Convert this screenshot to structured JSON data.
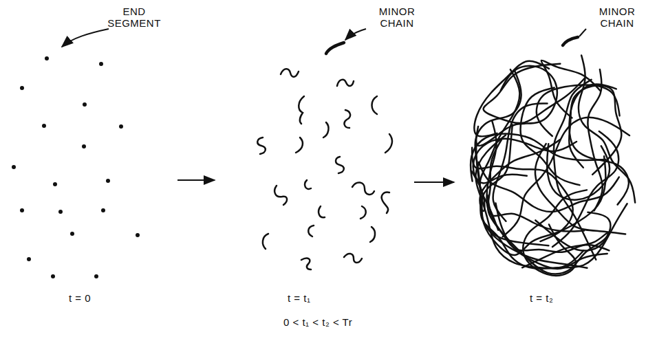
{
  "diagram": {
    "labels": [
      "END SEGMENT",
      "MINOR CHAIN",
      "MINOR CHAIN",
      "t = 0",
      "t = t₁",
      "0 < t₁ < t₂ < Tr",
      "t = t₂"
    ]
  }
}
